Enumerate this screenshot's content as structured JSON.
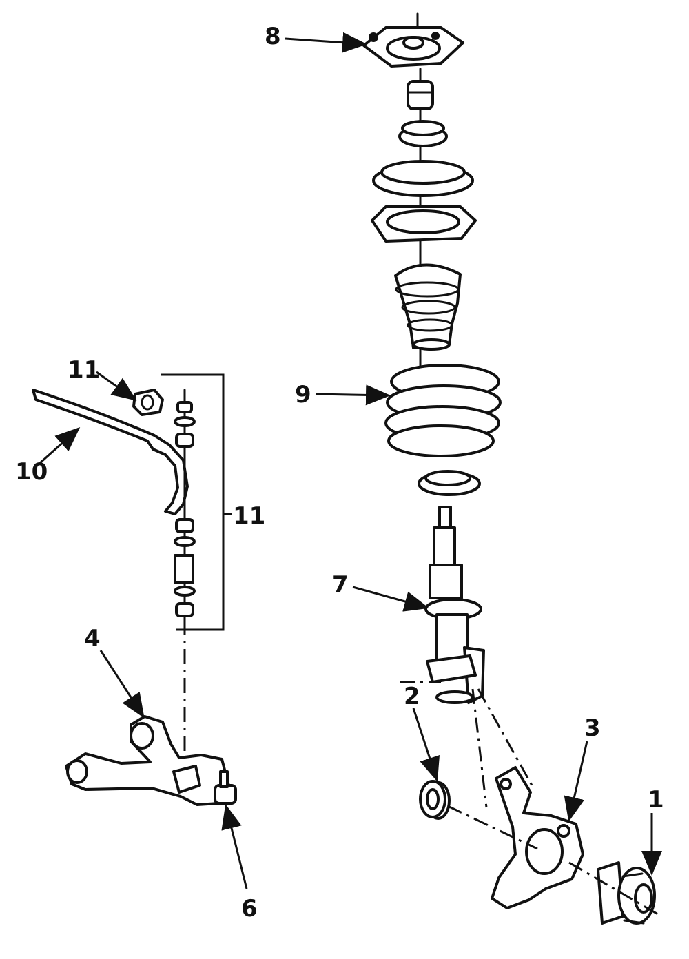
{
  "diagram": {
    "callouts": [
      {
        "id": "c1",
        "label": "1"
      },
      {
        "id": "c2",
        "label": "2"
      },
      {
        "id": "c3",
        "label": "3"
      },
      {
        "id": "c4",
        "label": "4"
      },
      {
        "id": "c6",
        "label": "6"
      },
      {
        "id": "c7",
        "label": "7"
      },
      {
        "id": "c8",
        "label": "8"
      },
      {
        "id": "c9",
        "label": "9"
      },
      {
        "id": "c10",
        "label": "10"
      },
      {
        "id": "c11a",
        "label": "11"
      },
      {
        "id": "c11b",
        "label": "11"
      }
    ]
  }
}
